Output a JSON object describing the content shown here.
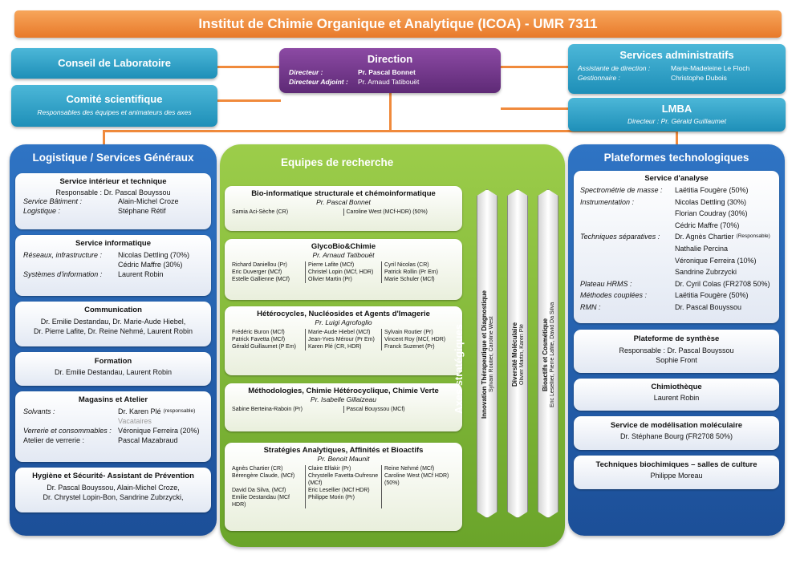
{
  "title": "Institut de Chimie Organique et Analytique (ICOA) - UMR 7311",
  "conseil": {
    "title": "Conseil de Laboratoire"
  },
  "comite": {
    "title": "Comité scientifique",
    "subtitle": "Responsables des équipes et animateurs des axes"
  },
  "direction": {
    "title": "Direction",
    "rows": [
      {
        "k": "Directeur :",
        "v": "Pr. Pascal Bonnet"
      },
      {
        "k": "Directeur Adjoint :",
        "v": "Pr. Arnaud Tatibouët"
      }
    ]
  },
  "services_admin": {
    "title": "Services administratifs",
    "rows": [
      {
        "k": "Assistante de direction :",
        "v": "Marie-Madeleine Le Floch"
      },
      {
        "k": "Gestionnaire :",
        "v": "Christophe Dubois"
      }
    ]
  },
  "lmba": {
    "title": "LMBA",
    "subtitle": "Directeur : Pr. Gérald Guillaumet"
  },
  "logistique": {
    "title": "Logistique / Services Généraux",
    "service_interieur": {
      "title": "Service intérieur et technique",
      "line": "Responsable : Dr. Pascal Bouyssou",
      "rows": [
        {
          "k": "Service Bâtiment :",
          "v": "Alain-Michel Croze"
        },
        {
          "k": "Logistique :",
          "v": "Stéphane Rétif"
        }
      ]
    },
    "service_info": {
      "title": "Service informatique",
      "rows": [
        {
          "k": "Réseaux, infrastructure :",
          "v": "Nicolas Dettling (70%)"
        },
        {
          "k": "",
          "v": "Cédric Maffre (30%)"
        },
        {
          "k": "Systèmes d'information :",
          "v": "Laurent Robin"
        }
      ]
    },
    "communication": {
      "title": "Communication",
      "lines": [
        "Dr. Emilie Destandau, Dr. Marie-Aude Hiebel,",
        "Dr. Pierre Lafite, Dr. Reine Nehmé, Laurent Robin"
      ]
    },
    "formation": {
      "title": "Formation",
      "line": "Dr. Emilie Destandau, Laurent Robin"
    },
    "magasins": {
      "title": "Magasins et Atelier",
      "rows": [
        {
          "k": "Solvants :",
          "v": "Dr. Karen Plé",
          "note": "(responsable)"
        },
        {
          "k": "",
          "v": "Vacataires",
          "muted": true
        },
        {
          "k": "Verrerie et consommables :",
          "v": "Véronique Ferreira (20%)"
        },
        {
          "k": "Atelier de verrerie :",
          "v": "Pascal Mazabraud"
        }
      ]
    },
    "hygiene": {
      "title": "Hygiène et Sécurité- Assistant de Prévention",
      "lines": [
        "Dr. Pascal Bouyssou, Alain-Michel Croze,",
        "Dr. Chrystel Lopin-Bon, Sandrine Zubrzycki,"
      ]
    }
  },
  "equipes": {
    "title": "Equipes de recherche",
    "teams": [
      {
        "title": "Bio-informatique structurale et chémoinformatique",
        "lead": "Pr. Pascal Bonnet",
        "cols": [
          [
            "Samia Aci-Sèche (CR)"
          ],
          [
            "Caroline West (MCf-HDR) (50%)"
          ]
        ]
      },
      {
        "title": "GlycoBio&Chimie",
        "lead": "Pr. Arnaud Tatibouët",
        "cols": [
          [
            "Richard Daniellou (Pr)",
            "Eric Duverger (MCf)",
            "Estelle Gallienne (MCf)"
          ],
          [
            "Pierre Lafite (MCf)",
            "Christel Lopin (MCf, HDR)",
            "Olivier Martin (Pr)"
          ],
          [
            "Cyril Nicolas (CR)",
            "Patrick Rollin (Pr Em)",
            "Marie Schuler (MCf)"
          ]
        ]
      },
      {
        "title": "Hétérocycles, Nucléosides et Agents d'Imagerie",
        "lead": "Pr. Luigi Agrofoglio",
        "cols": [
          [
            "Frédéric Buron (MCf)",
            "Patrick Favetta (MCf)",
            "Gérald Guillaumet (P Em)"
          ],
          [
            "Marie-Aude Hiebel (MCf)",
            "Jean-Yves Mérour (Pr Em)",
            "Karen Plé (CR, HDR)"
          ],
          [
            "Sylvain Routier (Pr)",
            "Vincent Roy (MCf, HDR)",
            "Franck Suzenet (Pr)"
          ]
        ]
      },
      {
        "title": "Méthodologies, Chimie Hétérocyclique, Chimie Verte",
        "lead": "Pr. Isabelle Gillaizeau",
        "cols": [
          [
            "Sabine Berteina-Raboin (Pr)"
          ],
          [
            "Pascal Bouyssou (MCf)"
          ]
        ]
      },
      {
        "title": "Stratégies Analytiques, Affinités et Bioactifs",
        "lead": "Pr. Benoit Maunit",
        "cols": [
          [
            "Agnès Chartier (CR)",
            "Bérengère Claude, (MCf)",
            "",
            "David Da Silva, (MCf)",
            "Emilie Destandau (MCf HDR)"
          ],
          [
            "Claire Elfakir (Pr)",
            "Chrystelle Favetta-Dufresne",
            "(MCf)",
            "Eric Lesellier (MCf HDR)",
            "Philippe Morin (Pr)"
          ],
          [
            "Reine Nehmé (MCf)",
            "Caroline West (MCf HDR)",
            "(50%)"
          ]
        ]
      }
    ]
  },
  "axes": {
    "label": "Axes stratégiques",
    "items": [
      {
        "title": "Innovation Thérapeutique et Diagnostique",
        "members": "Sylvain Routier, Caroline West"
      },
      {
        "title": "Diversité Moléculaire",
        "members": "Olivier Martin, Karen Plé"
      },
      {
        "title": "Bioactifs et Cosmétique",
        "members": "Eric Lesellier, Pierre Lafite, David Da Silva"
      }
    ]
  },
  "plateformes": {
    "title": "Plateformes technologiques",
    "analyse": {
      "title": "Service d'analyse",
      "rows": [
        {
          "k": "Spectrométrie de masse :",
          "v": "Laëtitia Fougère (50%)"
        },
        {
          "k": "Instrumentation :",
          "v": "Nicolas Dettling (30%)"
        },
        {
          "k": "",
          "v": "Florian Coudray (30%)"
        },
        {
          "k": "",
          "v": "Cédric Maffre (70%)"
        },
        {
          "k": "Techniques séparatives :",
          "v": "Dr. Agnès Chartier",
          "note": "(Responsable)"
        },
        {
          "k": "",
          "v": "Nathalie Percina"
        },
        {
          "k": "",
          "v": "Véronique Ferreira (10%)"
        },
        {
          "k": "",
          "v": "Sandrine Zubrzycki"
        },
        {
          "k": "Plateau HRMS :",
          "v": "Dr. Cyril Colas (FR2708 50%)"
        },
        {
          "k": "Méthodes couplées :",
          "v": "Laëtitia Fougère (50%)"
        },
        {
          "k": "RMN :",
          "v": "Dr. Pascal Bouyssou"
        }
      ]
    },
    "synthese": {
      "title": "Plateforme de synthèse",
      "lines": [
        "Responsable : Dr. Pascal Bouyssou",
        "Sophie Front"
      ]
    },
    "chimiotheque": {
      "title": "Chimiothèque",
      "line": "Laurent Robin"
    },
    "modelisation": {
      "title": "Service de modélisation moléculaire",
      "line": "Dr. Stéphane Bourg (FR2708 50%)"
    },
    "biochimiques": {
      "title": "Techniques biochimiques – salles de culture",
      "line": "Philippe Moreau"
    }
  }
}
